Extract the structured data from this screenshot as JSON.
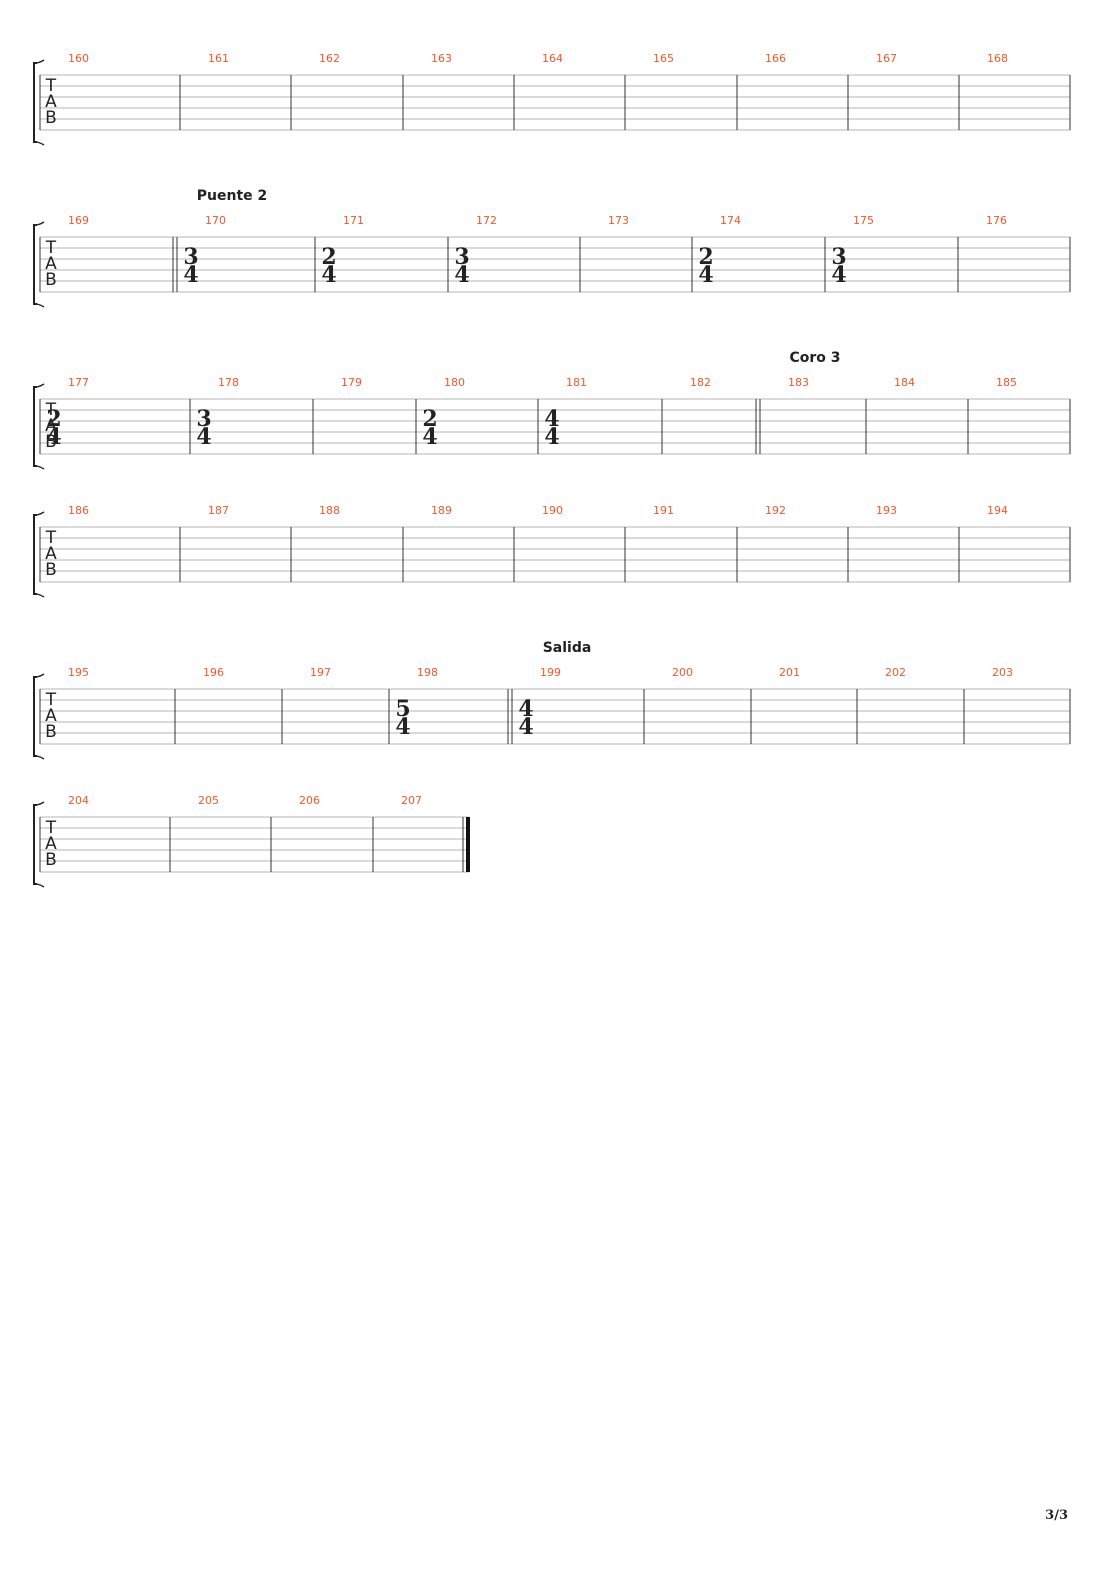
{
  "document": {
    "type": "guitar-tablature",
    "page_number": "3/3",
    "tab_clef_letters": [
      "T",
      "A",
      "B"
    ]
  },
  "colors": {
    "measure_number": "#f0582a",
    "staff_line": "#b5b5b5",
    "barline": "#333333",
    "text": "#222222",
    "background": "#ffffff"
  },
  "systems": [
    {
      "measures": [
        {
          "number": "160"
        },
        {
          "number": "161"
        },
        {
          "number": "162"
        },
        {
          "number": "163"
        },
        {
          "number": "164"
        },
        {
          "number": "165"
        },
        {
          "number": "166"
        },
        {
          "number": "167"
        },
        {
          "number": "168"
        }
      ]
    },
    {
      "measures": [
        {
          "number": "169",
          "end_barline": "double"
        },
        {
          "number": "170",
          "section": "Puente 2",
          "time": [
            "3",
            "4"
          ]
        },
        {
          "number": "171",
          "time": [
            "2",
            "4"
          ]
        },
        {
          "number": "172",
          "time": [
            "3",
            "4"
          ]
        },
        {
          "number": "173"
        },
        {
          "number": "174",
          "time": [
            "2",
            "4"
          ]
        },
        {
          "number": "175",
          "time": [
            "3",
            "4"
          ]
        },
        {
          "number": "176"
        }
      ]
    },
    {
      "measures": [
        {
          "number": "177",
          "time": [
            "2",
            "4"
          ]
        },
        {
          "number": "178",
          "time": [
            "3",
            "4"
          ]
        },
        {
          "number": "179"
        },
        {
          "number": "180",
          "time": [
            "2",
            "4"
          ]
        },
        {
          "number": "181",
          "time": [
            "4",
            "4"
          ]
        },
        {
          "number": "182",
          "end_barline": "double"
        },
        {
          "number": "183",
          "section": "Coro 3"
        },
        {
          "number": "184"
        },
        {
          "number": "185"
        }
      ]
    },
    {
      "measures": [
        {
          "number": "186"
        },
        {
          "number": "187"
        },
        {
          "number": "188"
        },
        {
          "number": "189"
        },
        {
          "number": "190"
        },
        {
          "number": "191"
        },
        {
          "number": "192"
        },
        {
          "number": "193"
        },
        {
          "number": "194"
        }
      ]
    },
    {
      "measures": [
        {
          "number": "195"
        },
        {
          "number": "196"
        },
        {
          "number": "197"
        },
        {
          "number": "198",
          "time": [
            "5",
            "4"
          ],
          "end_barline": "double"
        },
        {
          "number": "199",
          "section": "Salida",
          "time": [
            "4",
            "4"
          ]
        },
        {
          "number": "200"
        },
        {
          "number": "201"
        },
        {
          "number": "202"
        },
        {
          "number": "203"
        }
      ]
    },
    {
      "measures": [
        {
          "number": "204"
        },
        {
          "number": "205"
        },
        {
          "number": "206"
        },
        {
          "number": "207",
          "end_barline": "final"
        }
      ]
    }
  ]
}
